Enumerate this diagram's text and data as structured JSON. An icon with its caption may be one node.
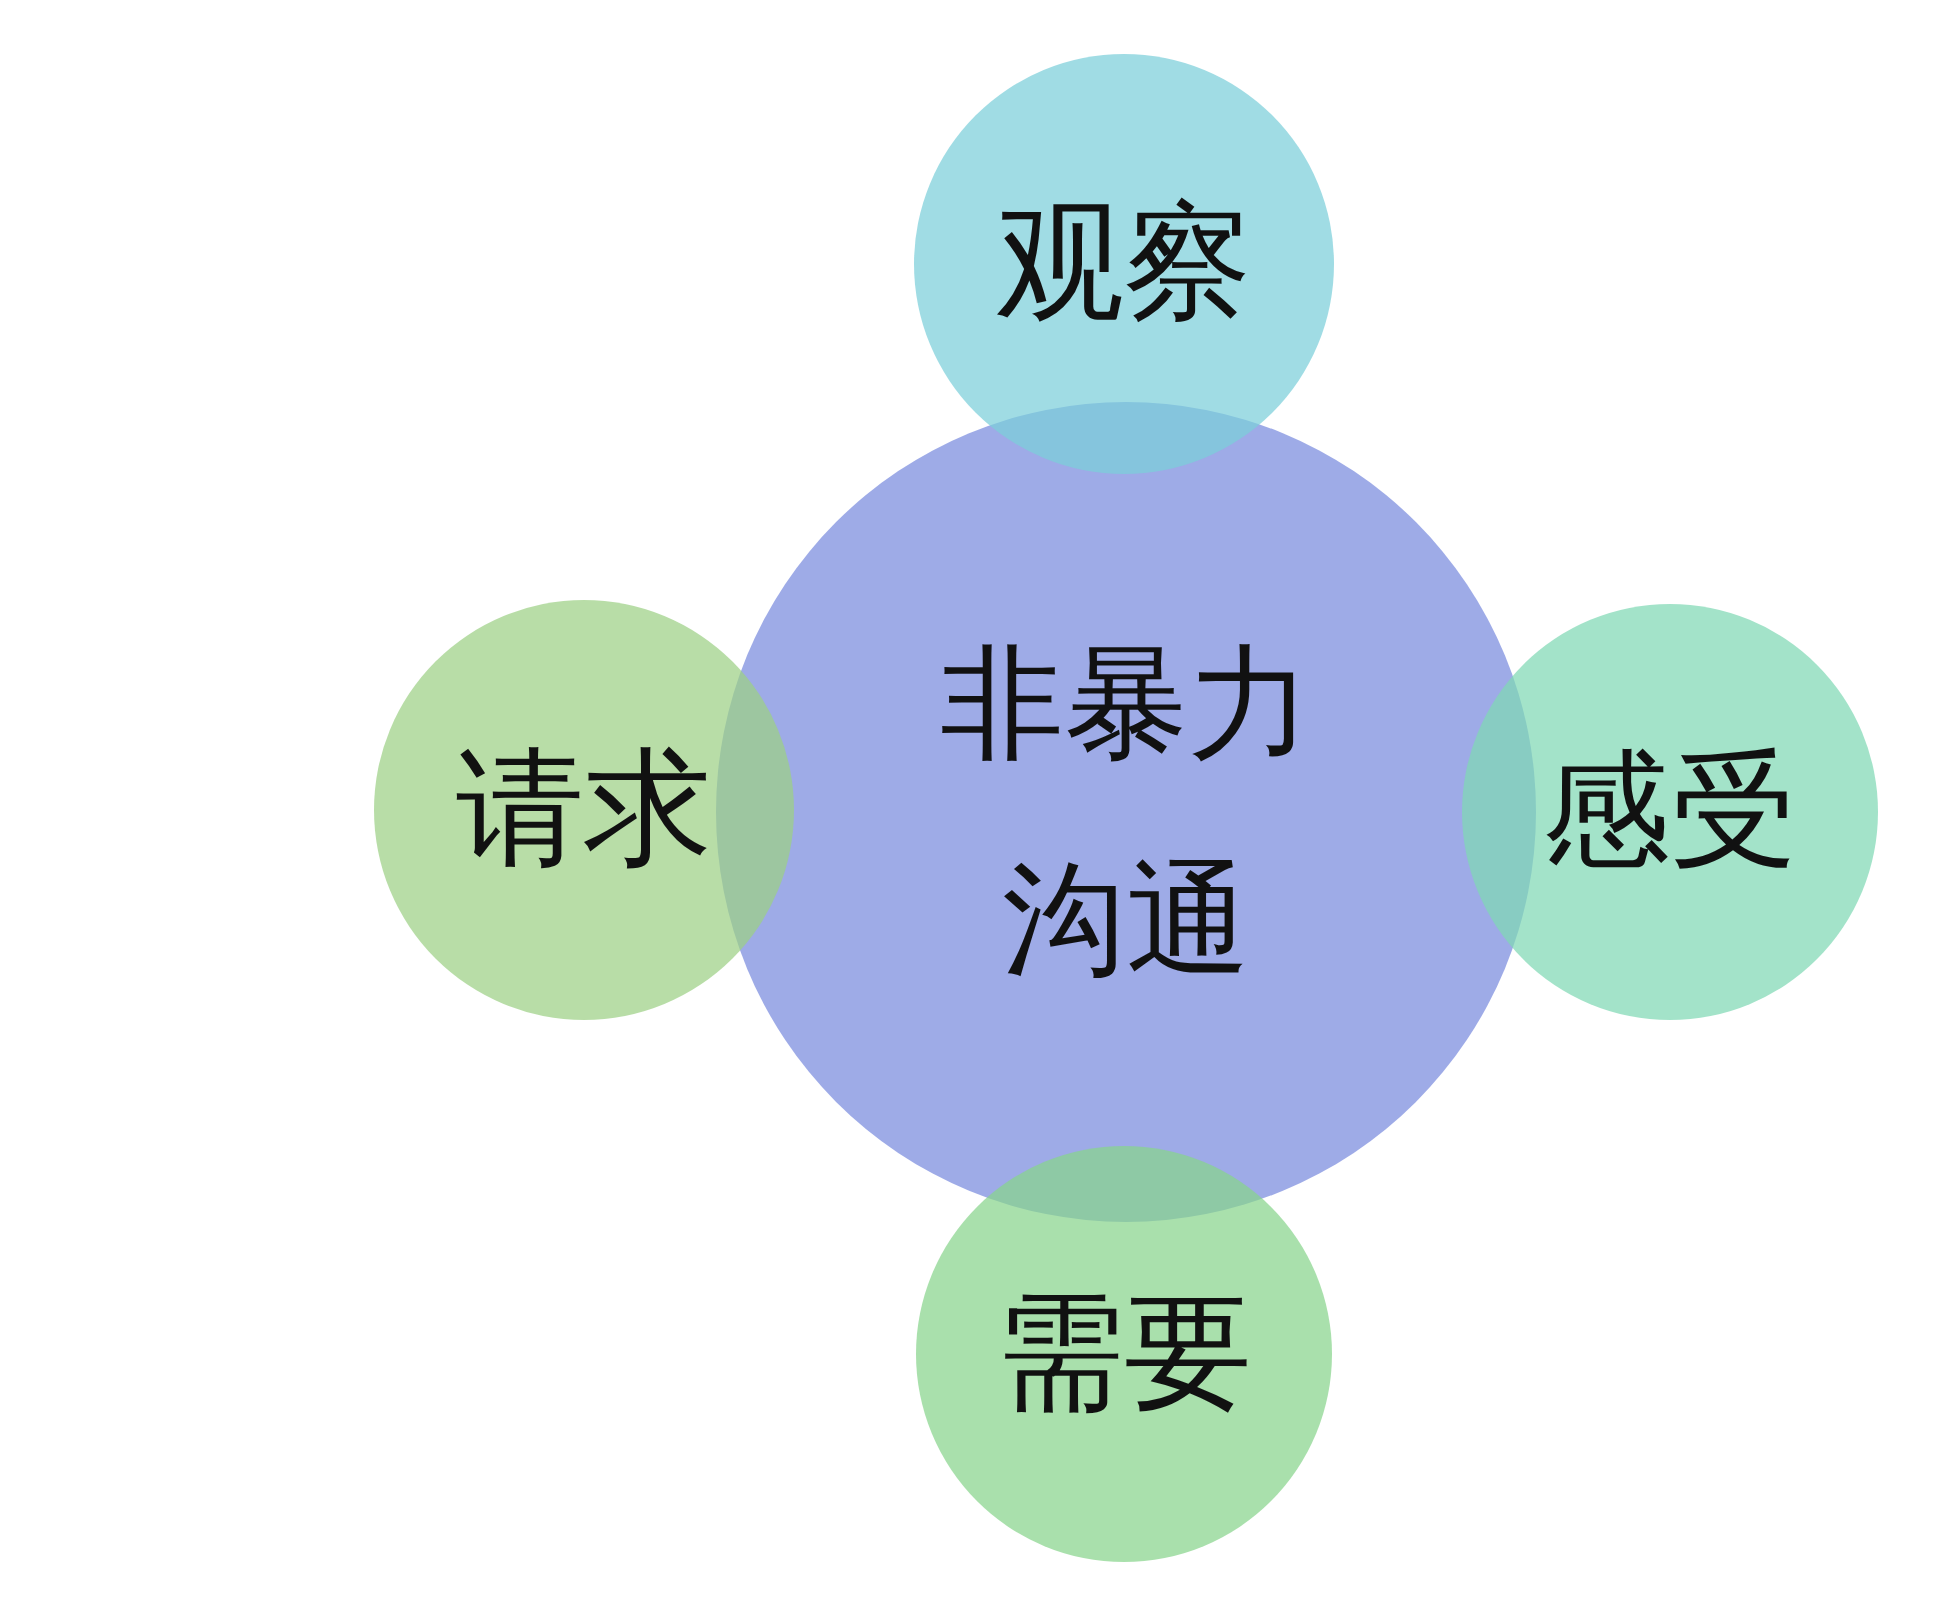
{
  "diagram": {
    "nodes": [
      {
        "text": [
          "观察"
        ]
      },
      {
        "text": [
          "请求"
        ]
      },
      {
        "text": [
          "非暴力沟通"
        ]
      },
      {
        "text": [
          "感受"
        ]
      },
      {
        "text": [
          "需要"
        ]
      }
    ]
  }
}
